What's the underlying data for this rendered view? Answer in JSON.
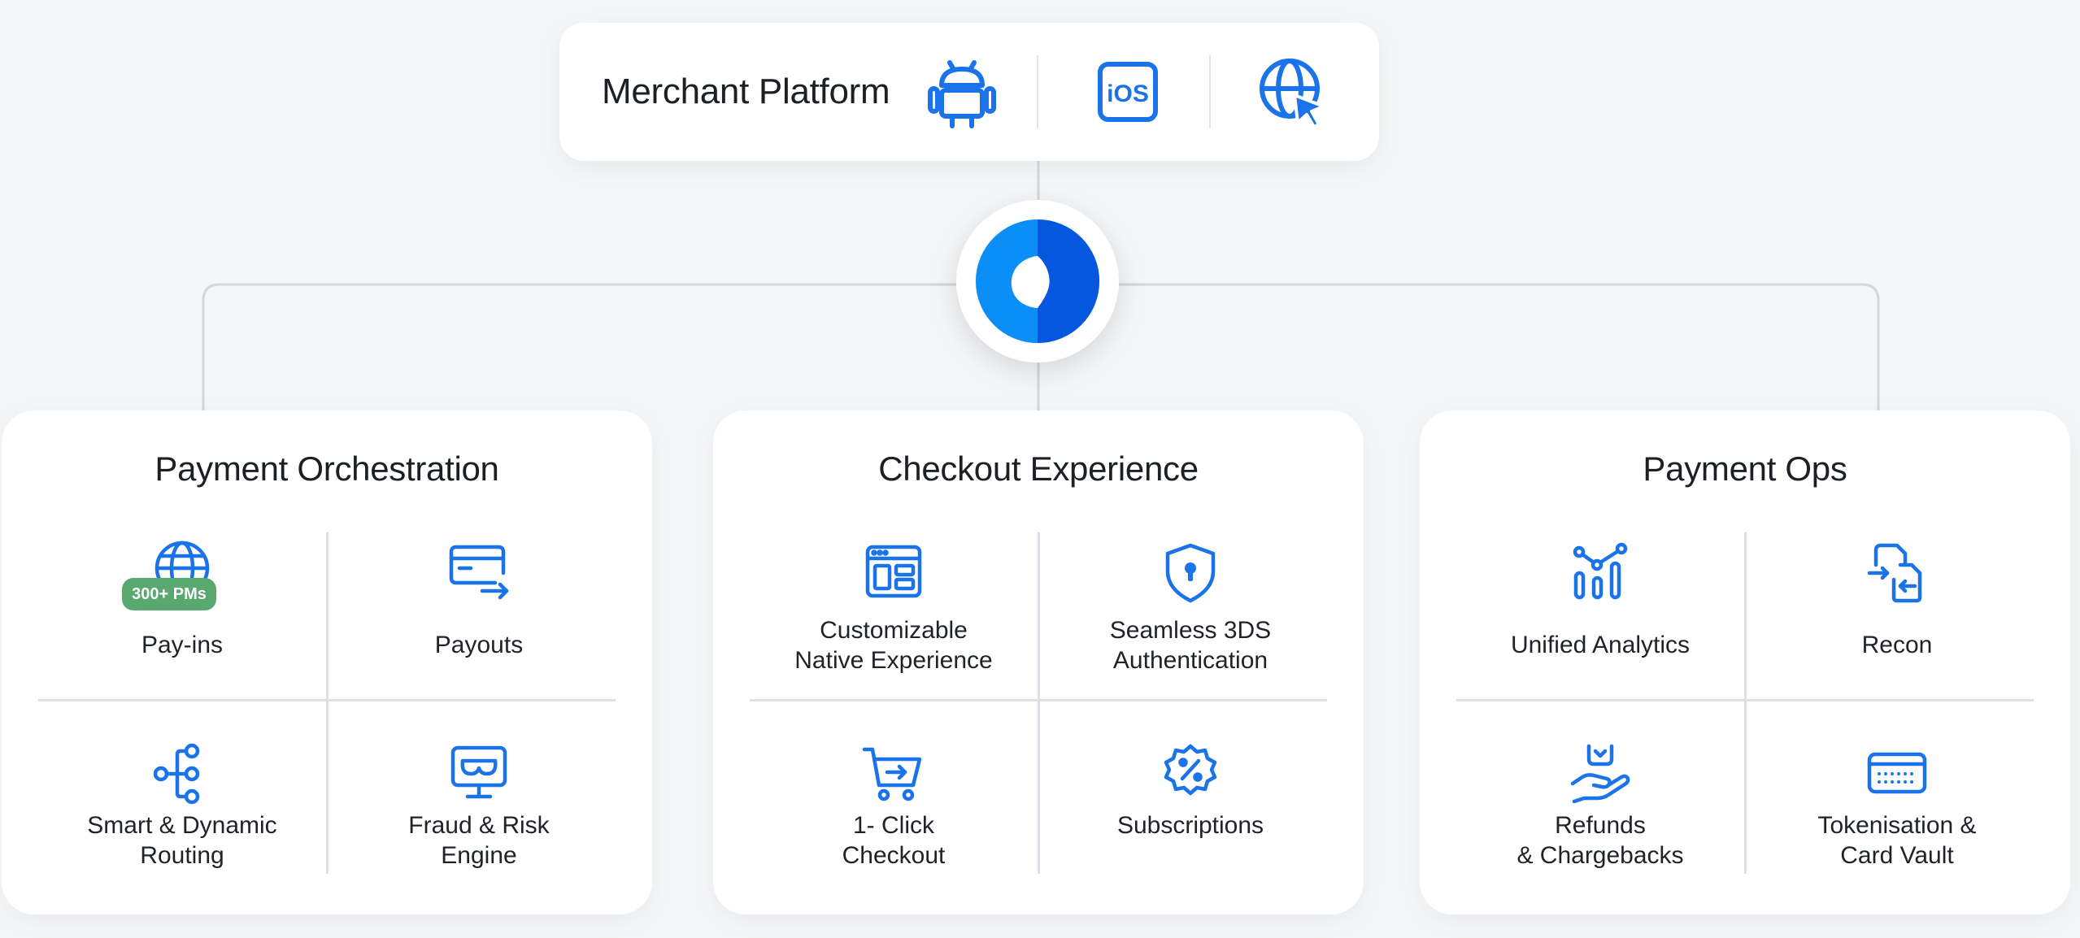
{
  "merchant_platform": {
    "title": "Merchant Platform",
    "icons": [
      "android-icon",
      "ios-icon",
      "web-cursor-icon"
    ],
    "ios_label": "iOS"
  },
  "hub": {
    "icon": "platform-logo-icon"
  },
  "colors": {
    "accent": "#1a73e8",
    "logo_light": "#0b8ef6",
    "logo_dark": "#0657df",
    "badge": "#58a870",
    "connector": "#d3d6da"
  },
  "modules": [
    {
      "title": "Payment Orchestration",
      "features": [
        {
          "label": "Pay-ins",
          "icon": "globe-icon",
          "badge": "300+ PMs"
        },
        {
          "label": "Payouts",
          "icon": "card-transfer-icon"
        },
        {
          "label": "Smart & Dynamic\nRouting",
          "icon": "routing-icon"
        },
        {
          "label": "Fraud & Risk\nEngine",
          "icon": "fraud-mask-icon"
        }
      ]
    },
    {
      "title": "Checkout Experience",
      "features": [
        {
          "label": "Customizable\nNative Experience",
          "icon": "layout-icon"
        },
        {
          "label": "Seamless 3DS\nAuthentication",
          "icon": "shield-lock-icon"
        },
        {
          "label": "1- Click\nCheckout",
          "icon": "cart-icon"
        },
        {
          "label": "Subscriptions",
          "icon": "percent-badge-icon"
        }
      ]
    },
    {
      "title": "Payment Ops",
      "features": [
        {
          "label": "Unified Analytics",
          "icon": "analytics-icon"
        },
        {
          "label": "Recon",
          "icon": "reconcile-icon"
        },
        {
          "label": "Refunds\n& Chargebacks",
          "icon": "refund-hand-icon"
        },
        {
          "label": "Tokenisation &\nCard Vault",
          "icon": "card-vault-icon"
        }
      ]
    }
  ]
}
